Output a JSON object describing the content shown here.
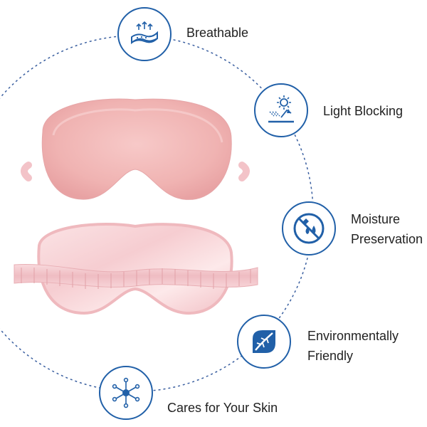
{
  "product": {
    "name": "eye-mask",
    "colors": {
      "plush": "#f3bcbc",
      "satin": "#f8d6d8",
      "strap": "#f2c8cc",
      "accent": "#2160a8",
      "ring": "#3a5fa0"
    }
  },
  "features": [
    {
      "icon": "breathable-icon",
      "label": "Breathable"
    },
    {
      "icon": "light-blocking-icon",
      "label": "Light Blocking"
    },
    {
      "icon": "moisture-preservation-icon",
      "label": "Moisture Preservation"
    },
    {
      "icon": "environmentally-friendly-icon",
      "label": "Environmentally Friendly"
    },
    {
      "icon": "skin-care-icon",
      "label": "Cares for Your Skin"
    }
  ]
}
